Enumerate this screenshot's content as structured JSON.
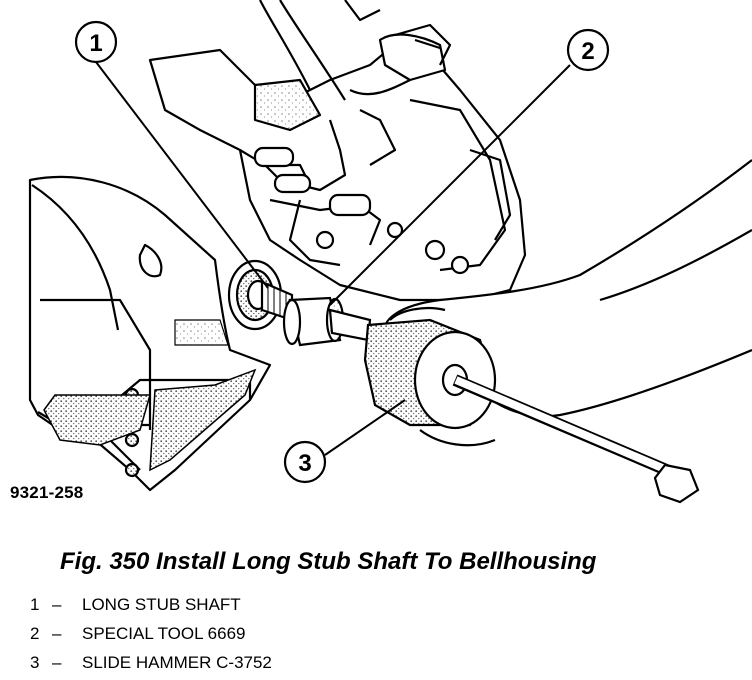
{
  "figure": {
    "id": "9321-258",
    "caption": "Fig. 350 Install Long Stub Shaft To Bellhousing"
  },
  "callouts": [
    {
      "number": "1"
    },
    {
      "number": "2"
    },
    {
      "number": "3"
    }
  ],
  "legend": [
    {
      "number": "1",
      "separator": "–",
      "label": "LONG STUB SHAFT"
    },
    {
      "number": "2",
      "separator": "–",
      "label": "SPECIAL TOOL 6669"
    },
    {
      "number": "3",
      "separator": "–",
      "label": "SLIDE HAMMER C-3752"
    }
  ]
}
